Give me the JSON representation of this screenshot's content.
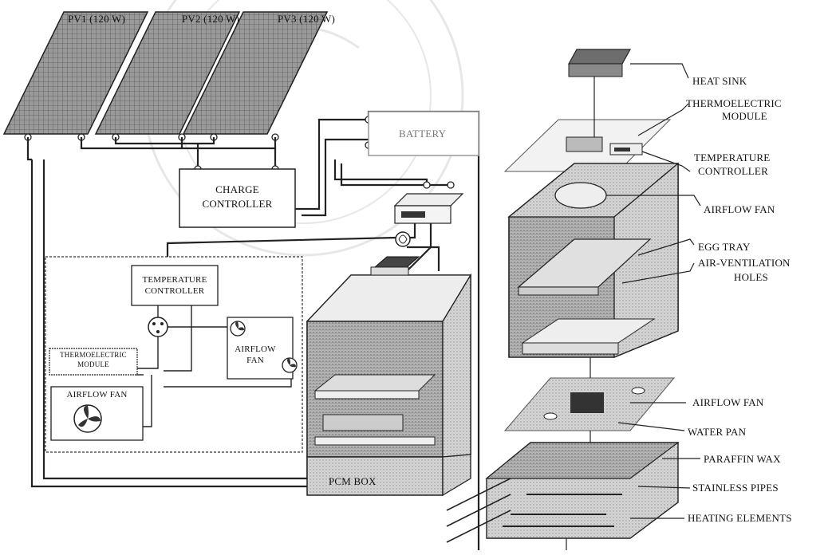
{
  "panels": [
    "PV1 (120 W)",
    "PV2 (120 W)",
    "PV3 (120 W)"
  ],
  "battery": "BATTERY",
  "charge_controller": [
    "CHARGE",
    "CONTROLLER"
  ],
  "temp_controller_left": [
    "TEMPERATURE",
    "CONTROLLER"
  ],
  "thermo_left": [
    "THERMOELECTRIC",
    "MODULE"
  ],
  "airflow_fan_left": "AIRFLOW FAN",
  "airflow_fan_small": [
    "AIRFLOW",
    "FAN"
  ],
  "pcm_box": "PCM BOX",
  "callouts": {
    "heat_sink": "HEAT SINK",
    "thermoelectric": [
      "THERMOELECTRIC",
      "MODULE"
    ],
    "temp_controller": [
      "TEMPERATURE",
      "CONTROLLER"
    ],
    "airflow_fan_1": "AIRFLOW FAN",
    "egg_tray": "EGG TRAY",
    "air_vent": [
      "AIR-VENTILATION",
      "HOLES"
    ],
    "airflow_fan_2": "AIRFLOW FAN",
    "water_pan": "WATER PAN",
    "paraffin_wax": "PARAFFIN WAX",
    "stainless_pipes": "STAINLESS PIPES",
    "heating_elements": "HEATING ELEMENTS"
  },
  "colors": {
    "line": "#1a1a1a",
    "panel_fill": "#8c8c8c",
    "stipple": "#c8c8c8",
    "watermark": "#bdbdbd"
  }
}
